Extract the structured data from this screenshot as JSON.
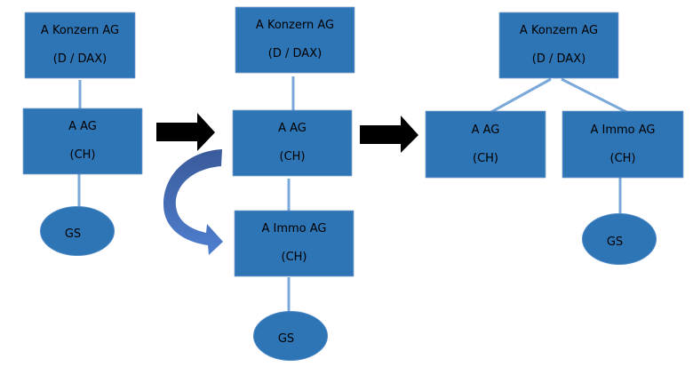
{
  "diagram": {
    "stage1": {
      "parent": {
        "name": "A Konzern AG",
        "note": "(D / DAX)"
      },
      "sub": {
        "name": "A AG",
        "note": "(CH)"
      },
      "asset": "GS"
    },
    "stage2": {
      "parent": {
        "name": "A Konzern AG",
        "note": "(D / DAX)"
      },
      "sub": {
        "name": "A AG",
        "note": "(CH)"
      },
      "newco": {
        "name": "A Immo AG",
        "note": "(CH)"
      },
      "asset": "GS"
    },
    "stage3": {
      "parent": {
        "name": "A Konzern AG",
        "note": "(D / DAX)"
      },
      "sub": {
        "name": "A AG",
        "note": "(CH)"
      },
      "newco": {
        "name": "A Immo AG",
        "note": "(CH)"
      },
      "asset": "GS"
    },
    "colors": {
      "box_fill": "#2e75b6",
      "connector": "#7aa9d9",
      "step_arrow": "#000000",
      "transfer_arrow": "#4a6fb5"
    }
  }
}
